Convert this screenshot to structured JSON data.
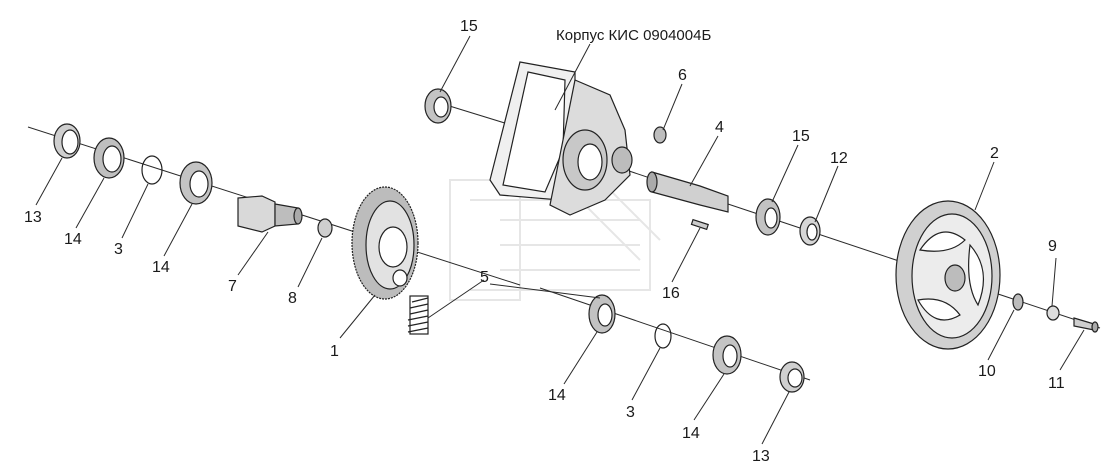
{
  "diagram": {
    "title": "Корпус КИС 0904004Б",
    "labels": [
      {
        "id": "15a",
        "text": "15"
      },
      {
        "id": "6",
        "text": "6"
      },
      {
        "id": "4",
        "text": "4"
      },
      {
        "id": "15b",
        "text": "15"
      },
      {
        "id": "12",
        "text": "12"
      },
      {
        "id": "2",
        "text": "2"
      },
      {
        "id": "13a",
        "text": "13"
      },
      {
        "id": "14a",
        "text": "14"
      },
      {
        "id": "3a",
        "text": "3"
      },
      {
        "id": "14b",
        "text": "14"
      },
      {
        "id": "7",
        "text": "7"
      },
      {
        "id": "8",
        "text": "8"
      },
      {
        "id": "5",
        "text": "5"
      },
      {
        "id": "16",
        "text": "16"
      },
      {
        "id": "1",
        "text": "1"
      },
      {
        "id": "9",
        "text": "9"
      },
      {
        "id": "10",
        "text": "10"
      },
      {
        "id": "11",
        "text": "11"
      },
      {
        "id": "14c",
        "text": "14"
      },
      {
        "id": "3b",
        "text": "3"
      },
      {
        "id": "14d",
        "text": "14"
      },
      {
        "id": "13b",
        "text": "13"
      }
    ]
  }
}
